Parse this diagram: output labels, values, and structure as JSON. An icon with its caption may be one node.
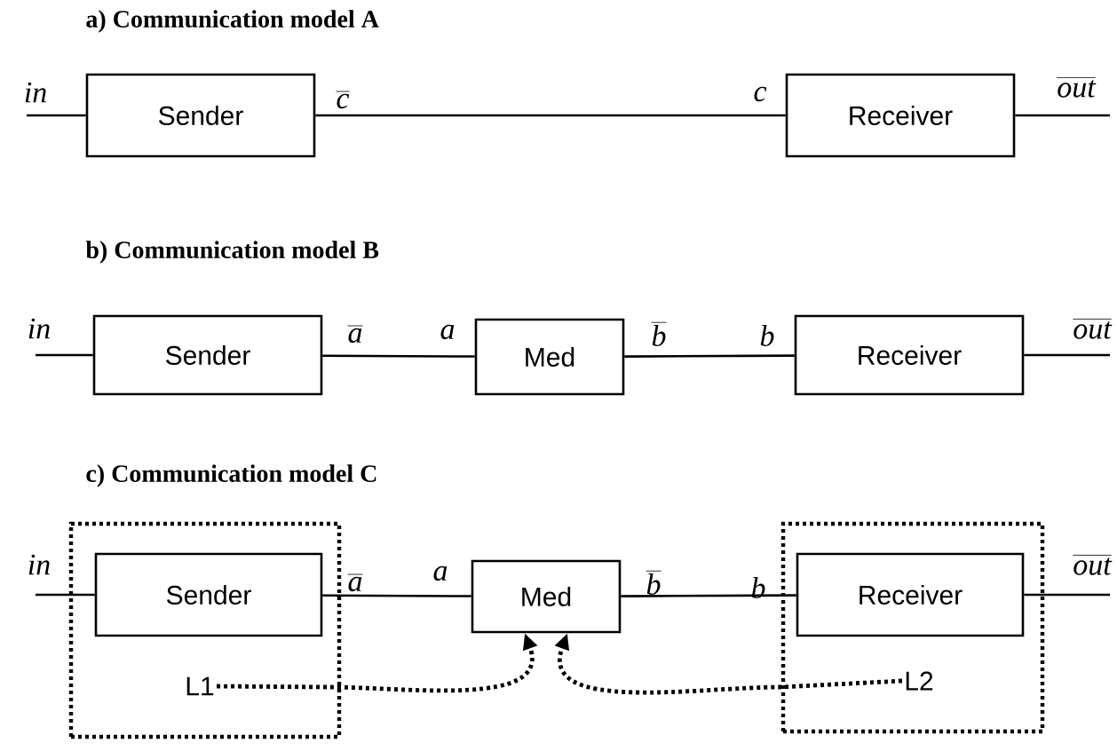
{
  "diagram": {
    "nodes": [
      {
        "text": [
          "Sender"
        ]
      },
      {
        "text": [
          "Receiver"
        ]
      },
      {
        "text": [
          "Sender"
        ]
      },
      {
        "text": [
          "Med"
        ]
      },
      {
        "text": [
          "Receiver"
        ]
      },
      {
        "text": [],
        "shape": "box"
      },
      {
        "text": [
          "Sender"
        ],
        "in": 5
      },
      {
        "text": [
          "L1"
        ],
        "in": 5
      },
      {
        "text": [
          "Med"
        ]
      },
      {
        "text": [],
        "shape": "box"
      },
      {
        "text": [
          "Receiver"
        ],
        "in": 9
      },
      {
        "text": [
          "L2"
        ],
        "in": 9
      }
    ],
    "edges": [
      {
        "from": null,
        "to": 0,
        "arrow": "none",
        "label": "in"
      },
      {
        "from": 0,
        "to": 1,
        "arrow": "none"
      },
      {
        "from": 1,
        "to": null,
        "arrow": "none",
        "label": "out"
      },
      {
        "from": null,
        "to": 2,
        "arrow": "none",
        "label": "in"
      },
      {
        "from": 2,
        "to": 3,
        "arrow": "none"
      },
      {
        "from": 3,
        "to": 4,
        "arrow": "none"
      },
      {
        "from": 4,
        "to": null,
        "arrow": "none",
        "label": "out"
      },
      {
        "from": null,
        "to": 6,
        "arrow": "none",
        "label": "in"
      },
      {
        "from": 6,
        "to": 8,
        "arrow": "none"
      },
      {
        "from": 8,
        "to": 10,
        "arrow": "none"
      },
      {
        "from": 10,
        "to": null,
        "arrow": "none",
        "label": "out"
      },
      {
        "from": 7,
        "to": 8,
        "arrow": "to",
        "style": "dashed"
      },
      {
        "from": 11,
        "to": 8,
        "arrow": "to",
        "style": "dashed"
      }
    ],
    "labels": [
      "a) Communication model A",
      "c",
      "c",
      "b) Communication model B",
      "a",
      "a",
      "b",
      "b",
      "c) Communication model C",
      "a",
      "a",
      "b",
      "b"
    ]
  }
}
